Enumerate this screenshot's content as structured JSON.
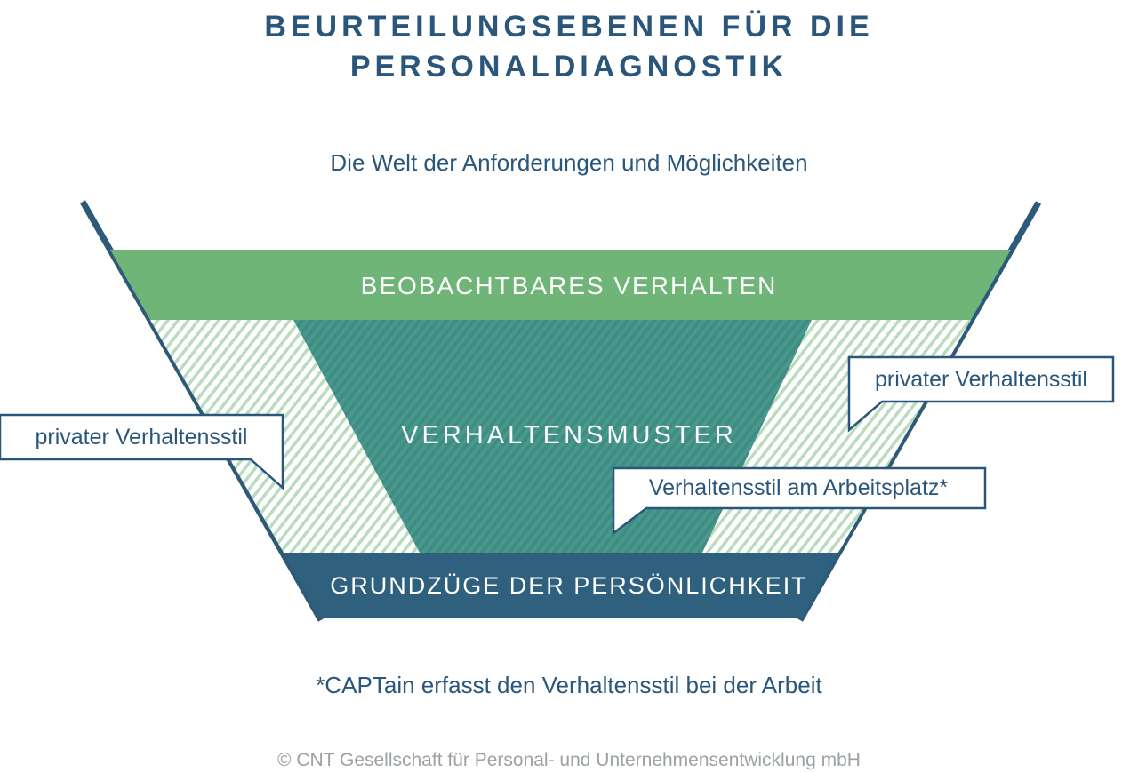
{
  "title": {
    "line1": "BEURTEILUNGSEBENEN FÜR DIE",
    "line2": "PERSONALDIAGNOSTIK"
  },
  "subtitle": "Die Welt der Anforderungen und Möglichkeiten",
  "funnel": {
    "levels": [
      {
        "name": "beobachtbares-verhalten",
        "label": "BEOBACHTBARES VERHALTEN",
        "color": "#6fb577"
      },
      {
        "name": "verhaltensmuster",
        "label": "VERHALTENSMUSTER",
        "color": "#49988e"
      },
      {
        "name": "grundzuege-der-persoenlichkeit",
        "label": "GRUNDZÜGE DER PERSÖNLICHKEIT",
        "color": "#2f607e"
      }
    ]
  },
  "callouts": {
    "left": {
      "label": "privater Verhaltensstil"
    },
    "right": {
      "label": "privater Verhaltensstil"
    },
    "center": {
      "label": "Verhaltensstil am Arbeitsplatz*"
    }
  },
  "footnote": "*CAPTain erfasst den Verhaltensstil bei der Arbeit",
  "footer": "© CNT Gesellschaft für Personal- und Unternehmensentwicklung mbH",
  "colors": {
    "heading": "#29567a",
    "outline": "#2d5a78",
    "hatch_stripe": "#b9dcbc",
    "hatch_bg": "#ffffff",
    "pattern_base": "#49988e",
    "pattern_stripe": "#3f8c83",
    "callout_border": "#29567a",
    "callout_fill": "#ffffff",
    "footer_text": "#9ba1a5"
  }
}
